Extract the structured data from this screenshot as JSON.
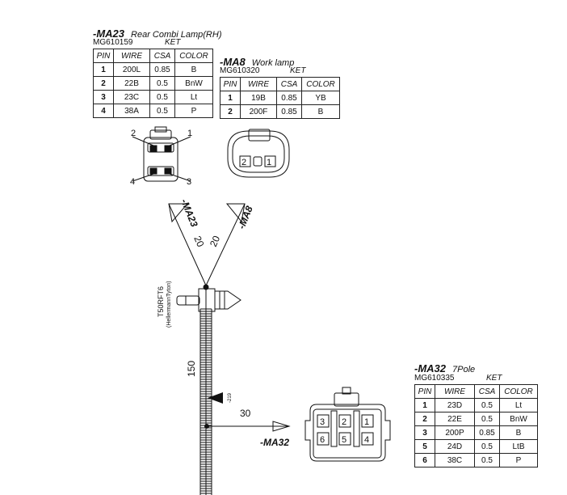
{
  "connectors": {
    "ma23": {
      "id": "-MA23",
      "description": "Rear Combi Lamp(RH)",
      "part_number": "MG610159",
      "manufacturer": "KET",
      "columns": [
        "PIN",
        "WIRE",
        "CSA",
        "COLOR"
      ],
      "rows": [
        {
          "pin": "1",
          "wire": "200L",
          "csa": "0.85",
          "color": "B"
        },
        {
          "pin": "2",
          "wire": "22B",
          "csa": "0.5",
          "color": "BnW"
        },
        {
          "pin": "3",
          "wire": "23C",
          "csa": "0.5",
          "color": "Lt"
        },
        {
          "pin": "4",
          "wire": "38A",
          "csa": "0.5",
          "color": "P"
        }
      ],
      "face_pins": [
        "1",
        "2",
        "3",
        "4"
      ]
    },
    "ma8": {
      "id": "-MA8",
      "description": "Work lamp",
      "part_number": "MG610320",
      "manufacturer": "KET",
      "columns": [
        "PIN",
        "WIRE",
        "CSA",
        "COLOR"
      ],
      "rows": [
        {
          "pin": "1",
          "wire": "19B",
          "csa": "0.85",
          "color": "YB"
        },
        {
          "pin": "2",
          "wire": "200F",
          "csa": "0.85",
          "color": "B"
        }
      ],
      "face_pins": [
        "2",
        "1"
      ]
    },
    "ma32": {
      "id": "-MA32",
      "description": "7Pole",
      "part_number": "MG610335",
      "manufacturer": "KET",
      "columns": [
        "PIN",
        "WIRE",
        "CSA",
        "COLOR"
      ],
      "rows": [
        {
          "pin": "1",
          "wire": "23D",
          "csa": "0.5",
          "color": "Lt"
        },
        {
          "pin": "2",
          "wire": "22E",
          "csa": "0.5",
          "color": "BnW"
        },
        {
          "pin": "3",
          "wire": "200P",
          "csa": "0.85",
          "color": "B"
        },
        {
          "pin": "5",
          "wire": "24D",
          "csa": "0.5",
          "color": "LtB"
        },
        {
          "pin": "6",
          "wire": "38C",
          "csa": "0.5",
          "color": "P"
        }
      ],
      "face_pins": [
        "3",
        "2",
        "1",
        "6",
        "5",
        "4"
      ]
    }
  },
  "harness": {
    "branch_ma23_label": "-MA23",
    "branch_ma8_label": "-MA8",
    "branch_ma32_label": "-MA32",
    "length_ma23": "20",
    "length_ma8": "20",
    "length_trunk": "150",
    "length_ma32": "30",
    "clip_part": "T50RFT6",
    "clip_maker": "(HellermannTyton)",
    "marker_label": "-219"
  }
}
